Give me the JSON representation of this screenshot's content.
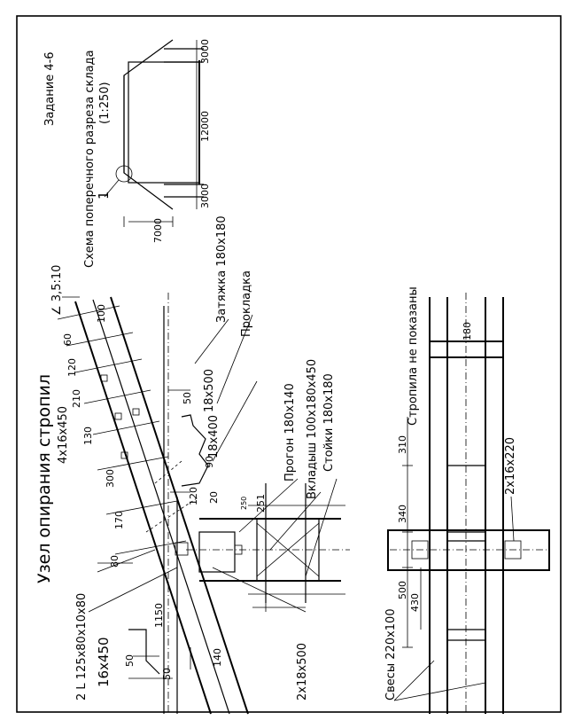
{
  "task": "Задание 4-6",
  "scheme_title": "Схема поперечного разреза склада",
  "scheme_scale": "(1:250)",
  "scheme_dims": [
    "3000",
    "12000",
    "3000"
  ],
  "scheme_height": "7000",
  "scheme_mark": "1",
  "title": "Узел опирания стропил",
  "slope": "∠ 3,5:10",
  "labels": {
    "tie": "Затяжка 180x180",
    "pad": "Прокладка",
    "purlin": "Прогон 180x140",
    "insert": "Вкладыш 100x180x450",
    "posts": "Стойки 180x180",
    "not_shown": "Стропила не показаны",
    "bolts_top": "4x16x450",
    "angle": "2 L 125x80x10x80",
    "bolt_left": "16x450",
    "plates": "2x18x500",
    "bolt_plan": "2x16x220",
    "eaves": "Свесы 220x100",
    "b18x500": "18x500",
    "b18x400": "18x400"
  },
  "dims": {
    "d100": "100",
    "d60": "60",
    "d120": "120",
    "d210": "210",
    "d130": "130",
    "d300": "300",
    "d170": "170",
    "d80": "80",
    "d1150": "1150",
    "d50a": "50",
    "d50b": "50",
    "d50c": "50",
    "d140": "140",
    "d90": "90",
    "d120b": "120",
    "d20": "20",
    "d250": "250",
    "d251": "251",
    "d180": "180",
    "d310": "310",
    "d340": "340",
    "d500": "500",
    "d430": "430"
  }
}
